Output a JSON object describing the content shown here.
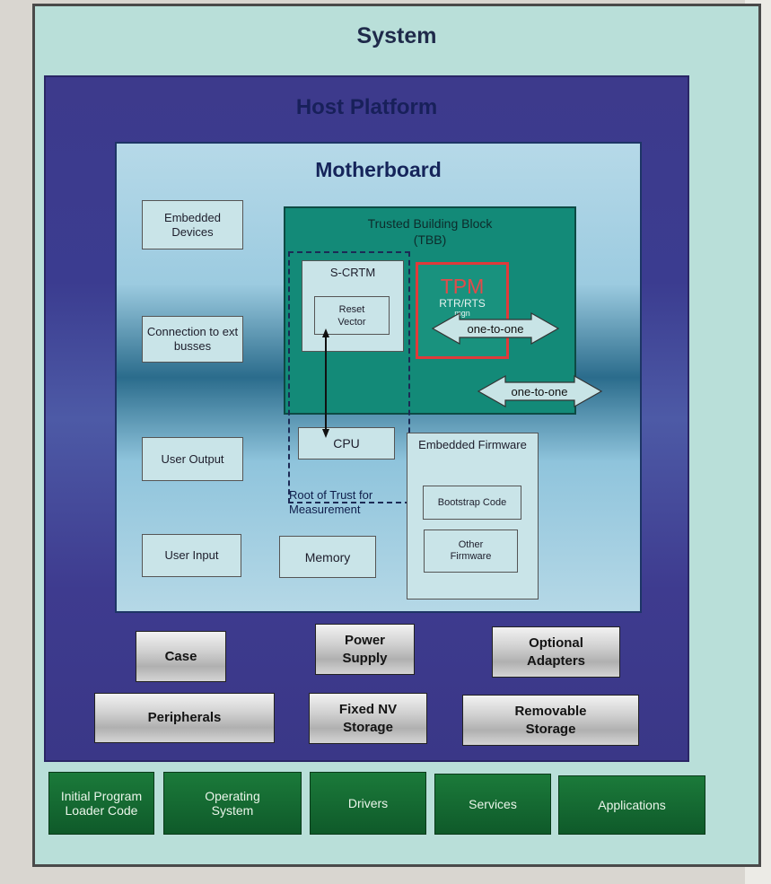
{
  "system": {
    "title": "System"
  },
  "host": {
    "title": "Host Platform"
  },
  "motherboard": {
    "title": "Motherboard",
    "left_boxes": [
      {
        "label": "Embedded Devices"
      },
      {
        "label": "Connection to ext busses"
      },
      {
        "label": "User Output"
      },
      {
        "label": "User Input"
      }
    ],
    "memory": "Memory"
  },
  "tbb": {
    "title": "Trusted Building Block",
    "abbr": "(TBB)",
    "scrtm": "S-CRTM",
    "reset_vector": "Reset Vector",
    "cpu": "CPU",
    "rtm_label": "Root of Trust for Measurement",
    "tpm": {
      "title": "TPM",
      "sub": "RTR/RTS",
      "sub2": "mgn"
    },
    "arrow1": "one-to-one",
    "arrow2": "one-to-one"
  },
  "embedded_firmware": {
    "title": "Embedded Firmware",
    "items": [
      "Bootstrap Code",
      "Other Firmware"
    ]
  },
  "host_components": [
    "Case",
    "Power Supply",
    "Optional Adapters",
    "Peripherals",
    "Fixed NV Storage",
    "Removable Storage"
  ],
  "software": [
    "Initial Program Loader Code",
    "Operating System",
    "Drivers",
    "Services",
    "Applications"
  ],
  "colors": {
    "tpm_border": "#e03a3a",
    "tbb": "#138a78",
    "host": "#3d3a8c",
    "software": "#0f5a2a"
  }
}
